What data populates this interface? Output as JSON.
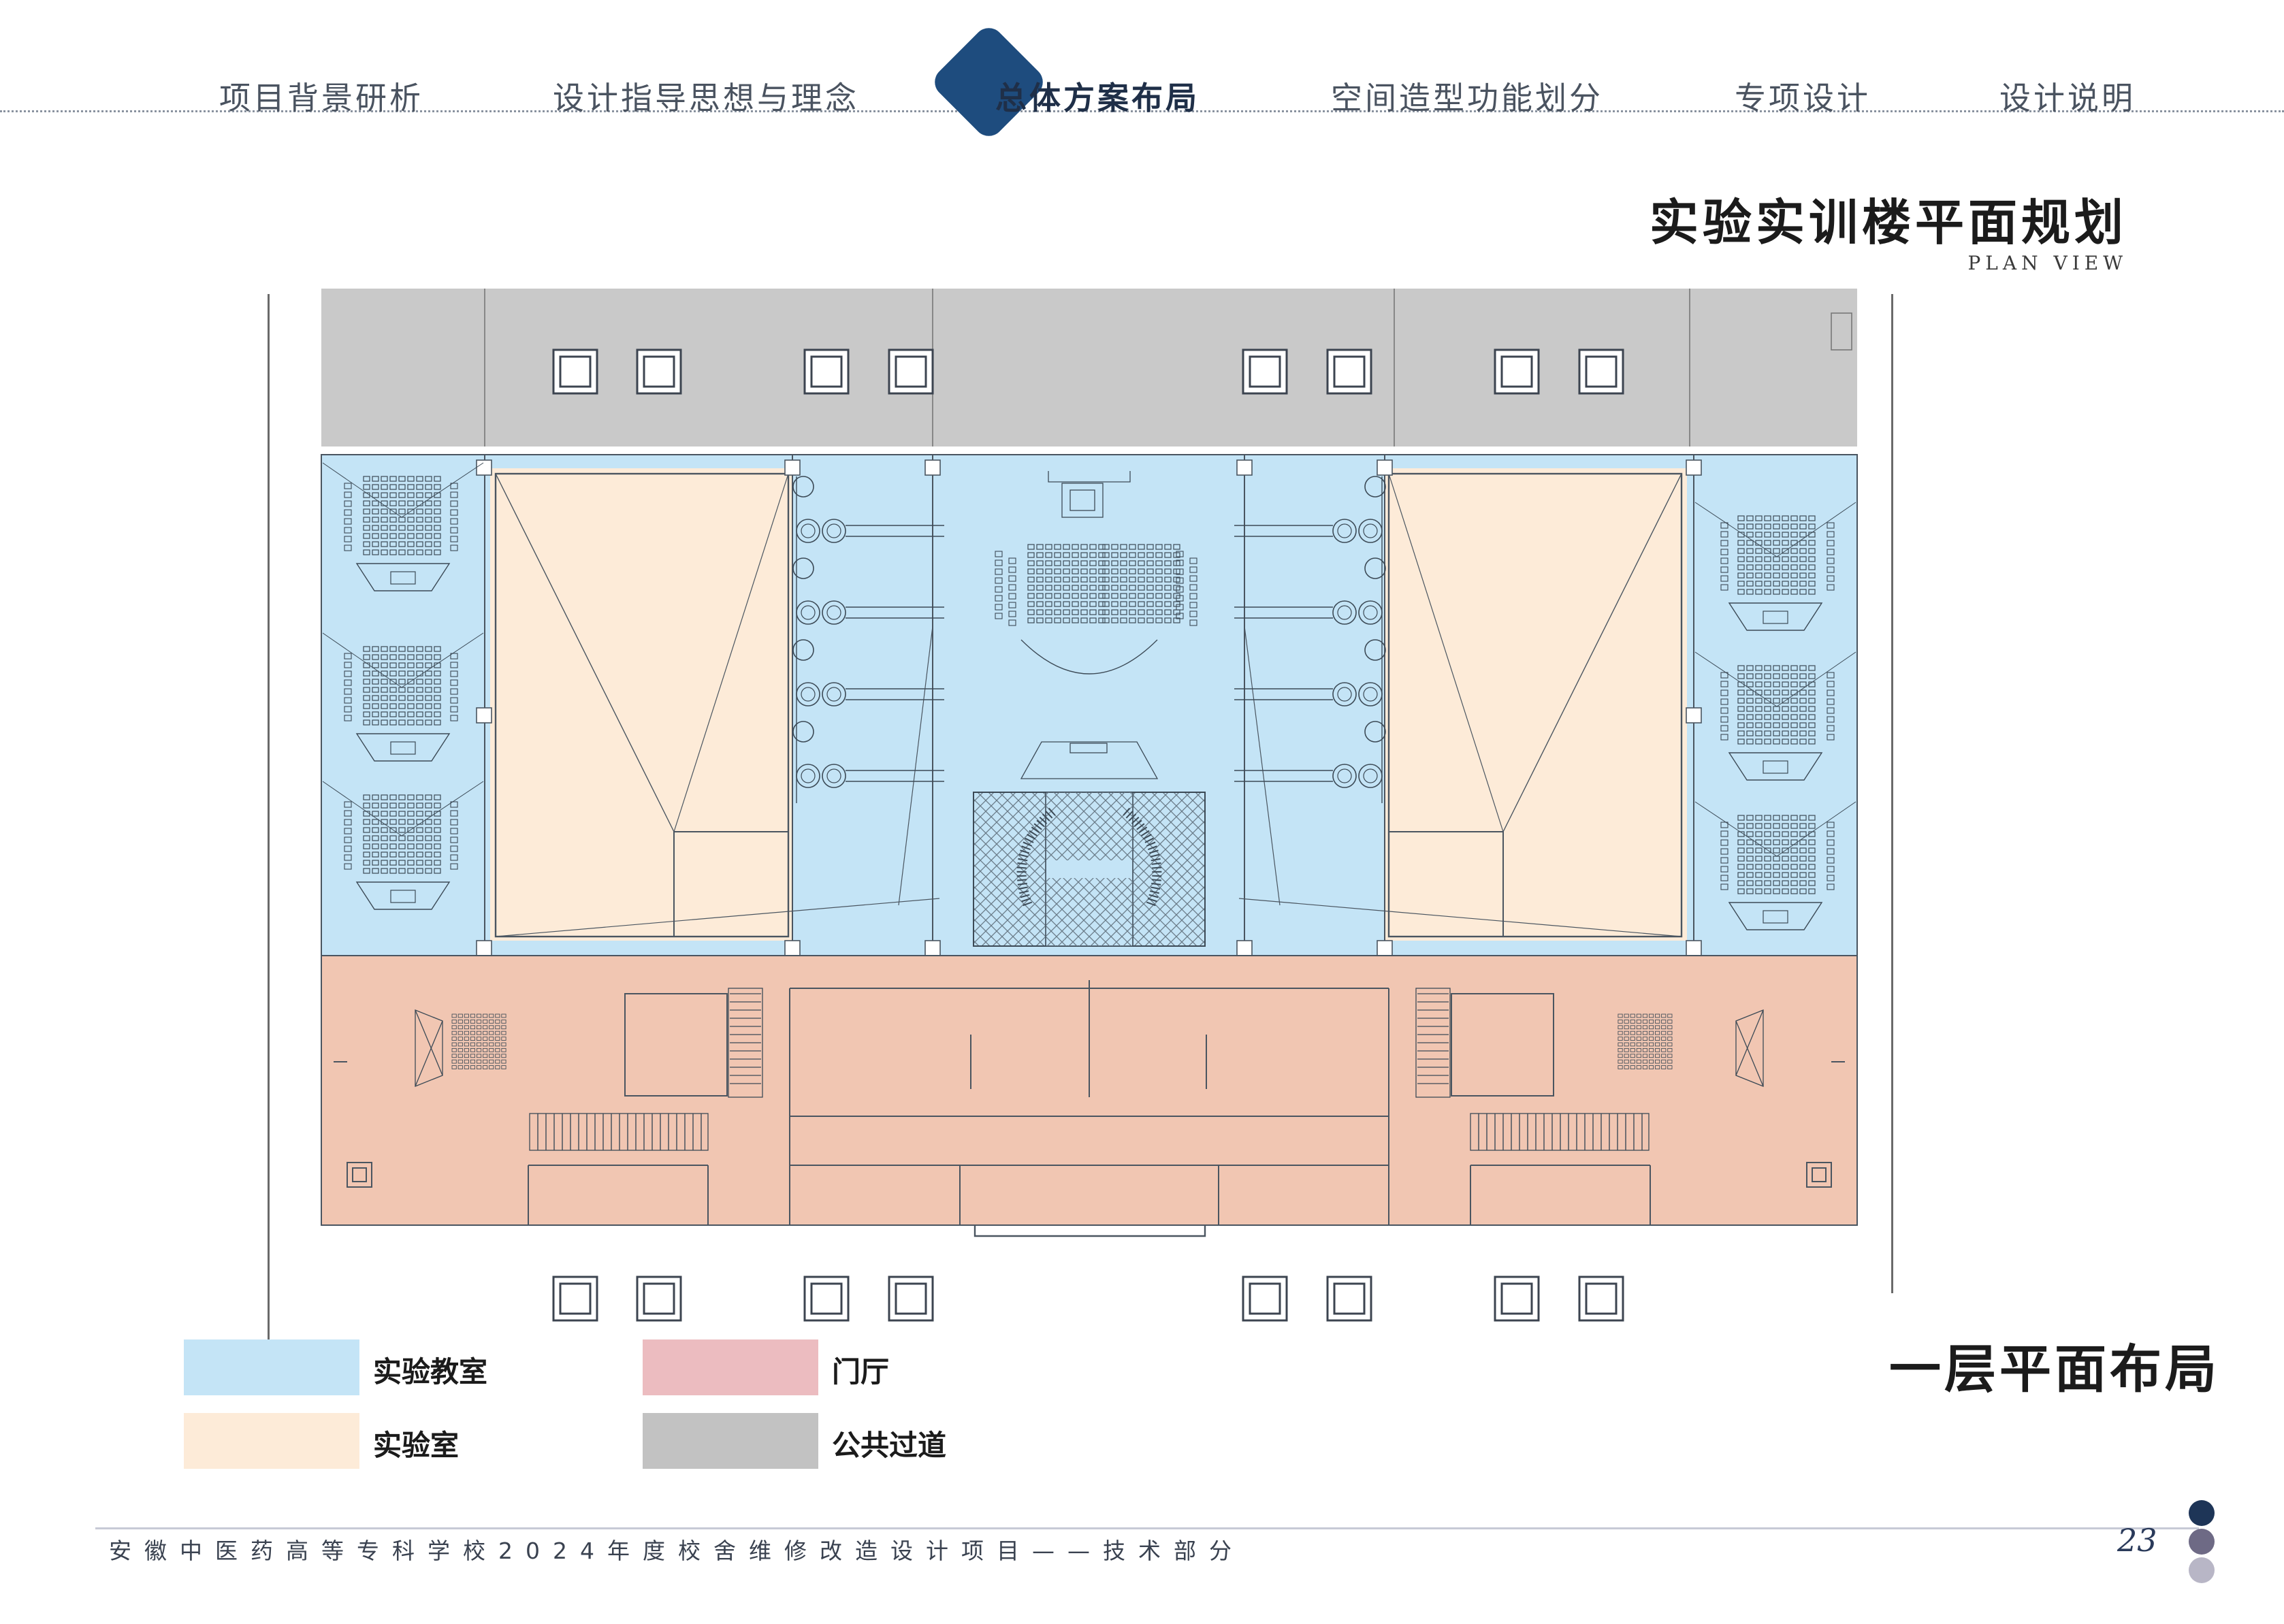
{
  "nav": {
    "items": [
      {
        "label": "项目背景研析"
      },
      {
        "label": "设计指导思想与理念"
      },
      {
        "label": "总体方案布局"
      },
      {
        "label": "空间造型功能划分"
      },
      {
        "label": "专项设计"
      },
      {
        "label": "设计说明"
      }
    ],
    "active_index": 2
  },
  "title": {
    "main": "实验实训楼平面规划",
    "sub": "PLAN VIEW"
  },
  "plan": {
    "floor_label": "一层平面布局"
  },
  "legend": {
    "items": [
      {
        "label": "实验教室",
        "color": "#c4e4f6"
      },
      {
        "label": "门厅",
        "color": "#ecbcc0"
      },
      {
        "label": "实验室",
        "color": "#fdebd8"
      },
      {
        "label": "公共过道",
        "color": "#c2c2c2"
      }
    ]
  },
  "footer": {
    "text": "安徽中医药高等专科学校2024年度校舍维修改造设计项目——技术部分",
    "page_number": "23"
  },
  "colors": {
    "accent": "#1e4c7e",
    "classroom": "#c4e4f6",
    "lab": "#fdebd8",
    "lobby": "#f1c6b2",
    "corridor": "#cfcfcf",
    "dot1": "#1e3557",
    "dot2": "#6e6a85",
    "dot3": "#b8b6c6"
  }
}
